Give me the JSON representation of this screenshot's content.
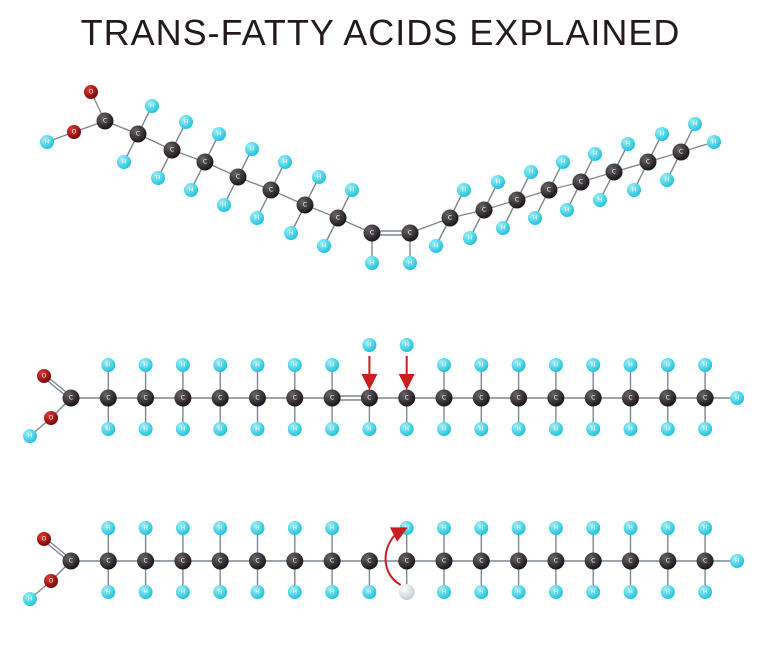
{
  "title": "TRANS-FATTY ACIDS EXPLAINED",
  "colors": {
    "carbon": "#2e2a2c",
    "hydrogen": "#3fd6ea",
    "oxygen": "#b3100e",
    "migrating_hydrogen": "#e8edf0",
    "arrow": "#c81e1e",
    "bond": "#7d8692",
    "title": "#231a1c"
  },
  "atom_labels": {
    "carbon": "C",
    "hydrogen": "H",
    "oxygen": "O"
  },
  "panels": [
    {
      "id": "cis-bent-chain",
      "carbons": 18,
      "double_bond_between": [
        9,
        10
      ],
      "shape": "bent"
    },
    {
      "id": "hydrogenation-straight-chain",
      "carbons": 18,
      "added_hydrogen_arrows": 2
    },
    {
      "id": "trans-chain",
      "carbons": 18,
      "hydrogen_flip_arrow": true
    }
  ]
}
